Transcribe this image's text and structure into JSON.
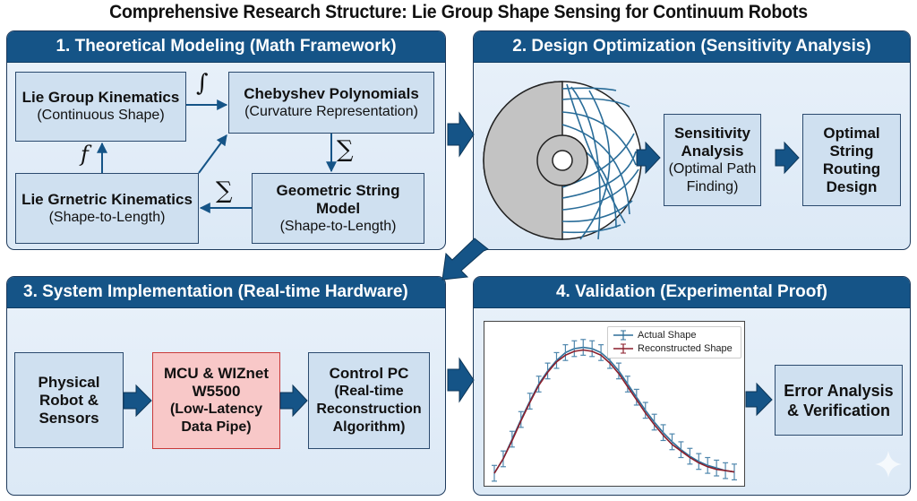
{
  "title": "Comprehensive Research Structure: Lie Group Shape Sensing for Continuum Robots",
  "colors": {
    "header": "#155487",
    "arrow": "#155487",
    "box": "#cfe0f0",
    "highlight_box": "#f8c8c8",
    "actual": "#2f6f99",
    "reconstructed": "#8b1e2b"
  },
  "panels": [
    {
      "header": "1. Theoretical Modeling (Math Framework)",
      "boxes": [
        {
          "title": "Lie Group Kinematics",
          "subtitle": "(Continuous Shape)"
        },
        {
          "title": "Chebyshev Polynomials",
          "subtitle": "(Curvature Representation)"
        },
        {
          "title": "Lie Grnetric Kinematics",
          "subtitle": "(Shape-to-Length)"
        },
        {
          "title": "Geometric String Model",
          "subtitle": "(Shape-to-Length)"
        }
      ],
      "symbols": {
        "integral": "∫",
        "function": "f",
        "sum_down": "∑",
        "sum_left": "∑"
      }
    },
    {
      "header": "2. Design Optimization (Sensitivity Analysis)",
      "boxes": [
        {
          "title": "Sensitivity Analysis",
          "subtitle": "(Optimal Path Finding)"
        },
        {
          "title": "Optimal String Routing Design",
          "subtitle": ""
        }
      ]
    },
    {
      "header": "3. System Implementation (Real-time Hardware)",
      "boxes": [
        {
          "title": "Physical Robot & Sensors",
          "subtitle": ""
        },
        {
          "title": "MCU & WIZnet W5500",
          "subtitle": "(Low-Latency Data Pipe)"
        },
        {
          "title": "Control PC",
          "subtitle": "(Real-time Reconstruction Algorithm)"
        }
      ]
    },
    {
      "header": "4. Validation (Experimental Proof)",
      "boxes": [
        {
          "title": "Error Analysis & Verification",
          "subtitle": ""
        }
      ]
    }
  ],
  "chart_data": {
    "type": "line",
    "title": "",
    "xlabel": "",
    "ylabel": "",
    "grid": false,
    "legend_position": "top-right",
    "x": [
      0,
      1,
      2,
      3,
      4,
      5,
      6,
      7,
      8,
      9,
      10,
      11,
      12,
      13,
      14,
      15,
      16,
      17,
      18,
      19,
      20,
      21,
      22,
      23,
      24,
      25,
      26,
      27
    ],
    "series": [
      {
        "name": "Actual Shape",
        "error_bars": true,
        "error": 0.06,
        "values": [
          0.02,
          0.13,
          0.28,
          0.43,
          0.57,
          0.7,
          0.8,
          0.88,
          0.94,
          0.97,
          0.98,
          0.97,
          0.94,
          0.88,
          0.8,
          0.7,
          0.6,
          0.5,
          0.41,
          0.33,
          0.26,
          0.2,
          0.15,
          0.11,
          0.08,
          0.06,
          0.04,
          0.03
        ]
      },
      {
        "name": "Reconstructed Shape",
        "error_bars": false,
        "values": [
          0.02,
          0.13,
          0.27,
          0.42,
          0.56,
          0.69,
          0.79,
          0.87,
          0.92,
          0.95,
          0.96,
          0.95,
          0.92,
          0.86,
          0.78,
          0.68,
          0.58,
          0.48,
          0.39,
          0.31,
          0.24,
          0.19,
          0.14,
          0.1,
          0.07,
          0.05,
          0.04,
          0.03
        ]
      }
    ],
    "ylim": [
      0,
      1.1
    ]
  }
}
